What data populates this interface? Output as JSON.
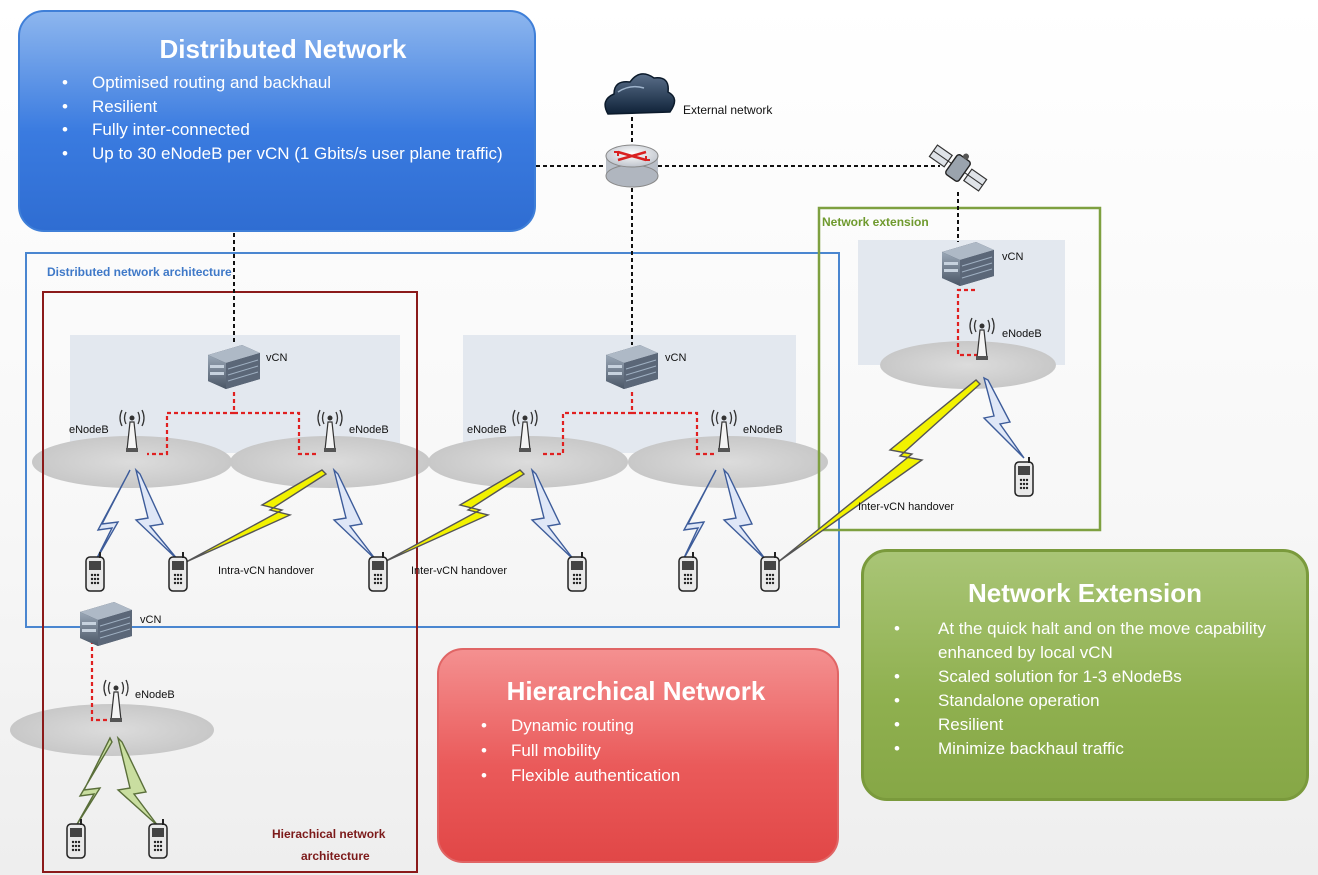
{
  "distributed_box": {
    "title": "Distributed Network",
    "bullets": [
      "Optimised routing and backhaul",
      "Resilient",
      "Fully inter-connected",
      "Up to 30 eNodeB per vCN (1 Gbits/s user plane traffic)"
    ]
  },
  "hierarchical_box": {
    "title": "Hierarchical Network",
    "bullets": [
      "Dynamic routing",
      "Full mobility",
      "Flexible authentication"
    ]
  },
  "extension_box": {
    "title": "Network Extension",
    "bullets": [
      "At the quick halt and on the move capability enhanced by local vCN",
      "Scaled solution for 1-3 eNodeBs",
      "Standalone operation",
      "Resilient",
      "Minimize backhaul traffic"
    ]
  },
  "labels": {
    "external_network": "External network",
    "network_extension": "Network extension",
    "distributed_arch": "Distributed network architecture",
    "hier_arch_line1": "Hierachical network",
    "hier_arch_line2": "architecture",
    "vcn": "vCN",
    "enodeb": "eNodeB",
    "intra_handover": "Intra-vCN handover",
    "inter_handover": "Inter-vCN handover"
  },
  "colors": {
    "distributed": "#3a7be0",
    "hierarchical": "#e14747",
    "extension": "#8fb04f",
    "backhaul_link": "#e02020",
    "radio_link_yellow": "#f2f200",
    "hier_border": "#8b1a1a",
    "ext_border": "#7ea040",
    "dist_border": "#4a86d0"
  }
}
